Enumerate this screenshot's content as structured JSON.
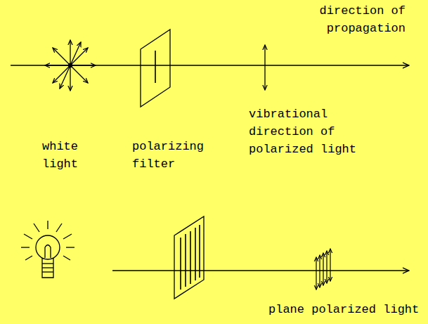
{
  "diagram": {
    "labels": [
      "direction of propagation",
      "white light",
      "polarizing filter",
      "vibrational direction of polarized light",
      "plane polarized light"
    ]
  }
}
